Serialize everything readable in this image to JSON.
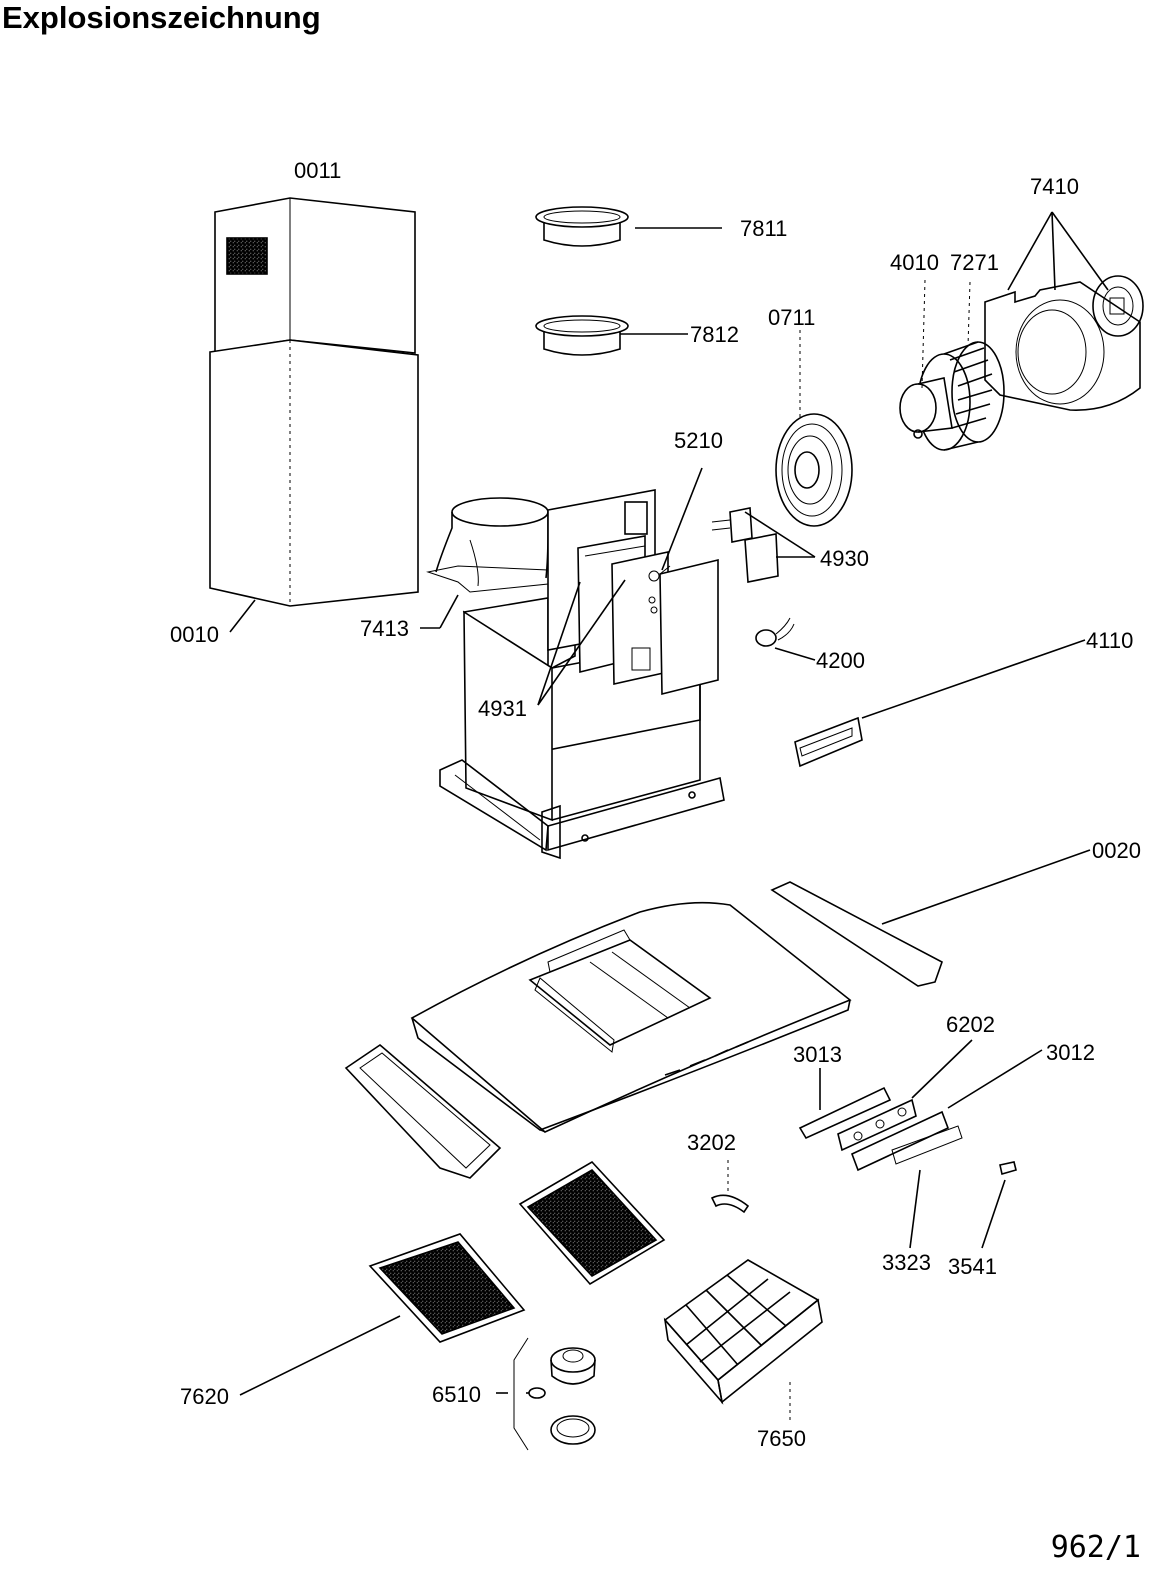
{
  "page": {
    "title": "Explosionszeichnung",
    "sheet_number": "962/1"
  },
  "parts": [
    {
      "id": "p0011",
      "label": "0011"
    },
    {
      "id": "p0010",
      "label": "0010"
    },
    {
      "id": "p7811",
      "label": "7811"
    },
    {
      "id": "p7812",
      "label": "7812"
    },
    {
      "id": "p0711",
      "label": "0711"
    },
    {
      "id": "p7410",
      "label": "7410"
    },
    {
      "id": "p4010",
      "label": "4010"
    },
    {
      "id": "p7271",
      "label": "7271"
    },
    {
      "id": "p5210",
      "label": "5210"
    },
    {
      "id": "p4930",
      "label": "4930"
    },
    {
      "id": "p7413",
      "label": "7413"
    },
    {
      "id": "p4931",
      "label": "4931"
    },
    {
      "id": "p4200",
      "label": "4200"
    },
    {
      "id": "p4110",
      "label": "4110"
    },
    {
      "id": "p0020",
      "label": "0020"
    },
    {
      "id": "p6202",
      "label": "6202"
    },
    {
      "id": "p3013",
      "label": "3013"
    },
    {
      "id": "p3012",
      "label": "3012"
    },
    {
      "id": "p3202",
      "label": "3202"
    },
    {
      "id": "p3323",
      "label": "3323"
    },
    {
      "id": "p3541",
      "label": "3541"
    },
    {
      "id": "p7620",
      "label": "7620"
    },
    {
      "id": "p6510",
      "label": "6510"
    },
    {
      "id": "p7650",
      "label": "7650"
    }
  ]
}
